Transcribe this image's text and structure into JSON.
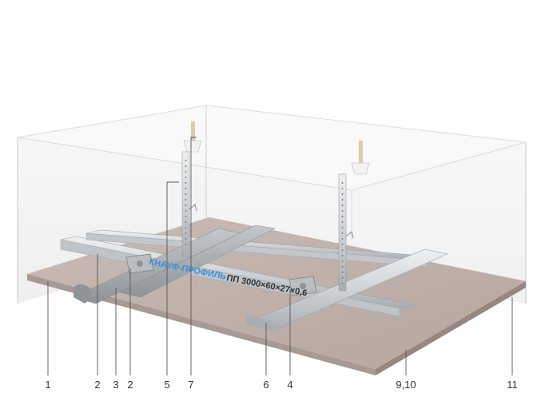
{
  "diagram": {
    "callouts": [
      {
        "id": "c1",
        "label": "1"
      },
      {
        "id": "c2a",
        "label": "2"
      },
      {
        "id": "c3",
        "label": "3"
      },
      {
        "id": "c2b",
        "label": "2"
      },
      {
        "id": "c5",
        "label": "5"
      },
      {
        "id": "c7",
        "label": "7"
      },
      {
        "id": "c6",
        "label": "6"
      },
      {
        "id": "c4",
        "label": "4"
      },
      {
        "id": "c910",
        "label": "9,10"
      },
      {
        "id": "c11",
        "label": "11"
      }
    ],
    "profile_marking": {
      "brand": "КНАУФ-ПРОФИЛЬ",
      "designation": "ПП 3000×60×27×0,6"
    }
  },
  "colors": {
    "board_top": "#bfb0aa",
    "board_edge": "#a79993",
    "room_wall": "#f3f3f3",
    "room_line": "#c8c8c8",
    "profile_metal": "#d7dadd",
    "profile_shadow": "#9ea3a8",
    "brand_blue": "#3a8fd8",
    "label_text": "#333333"
  }
}
